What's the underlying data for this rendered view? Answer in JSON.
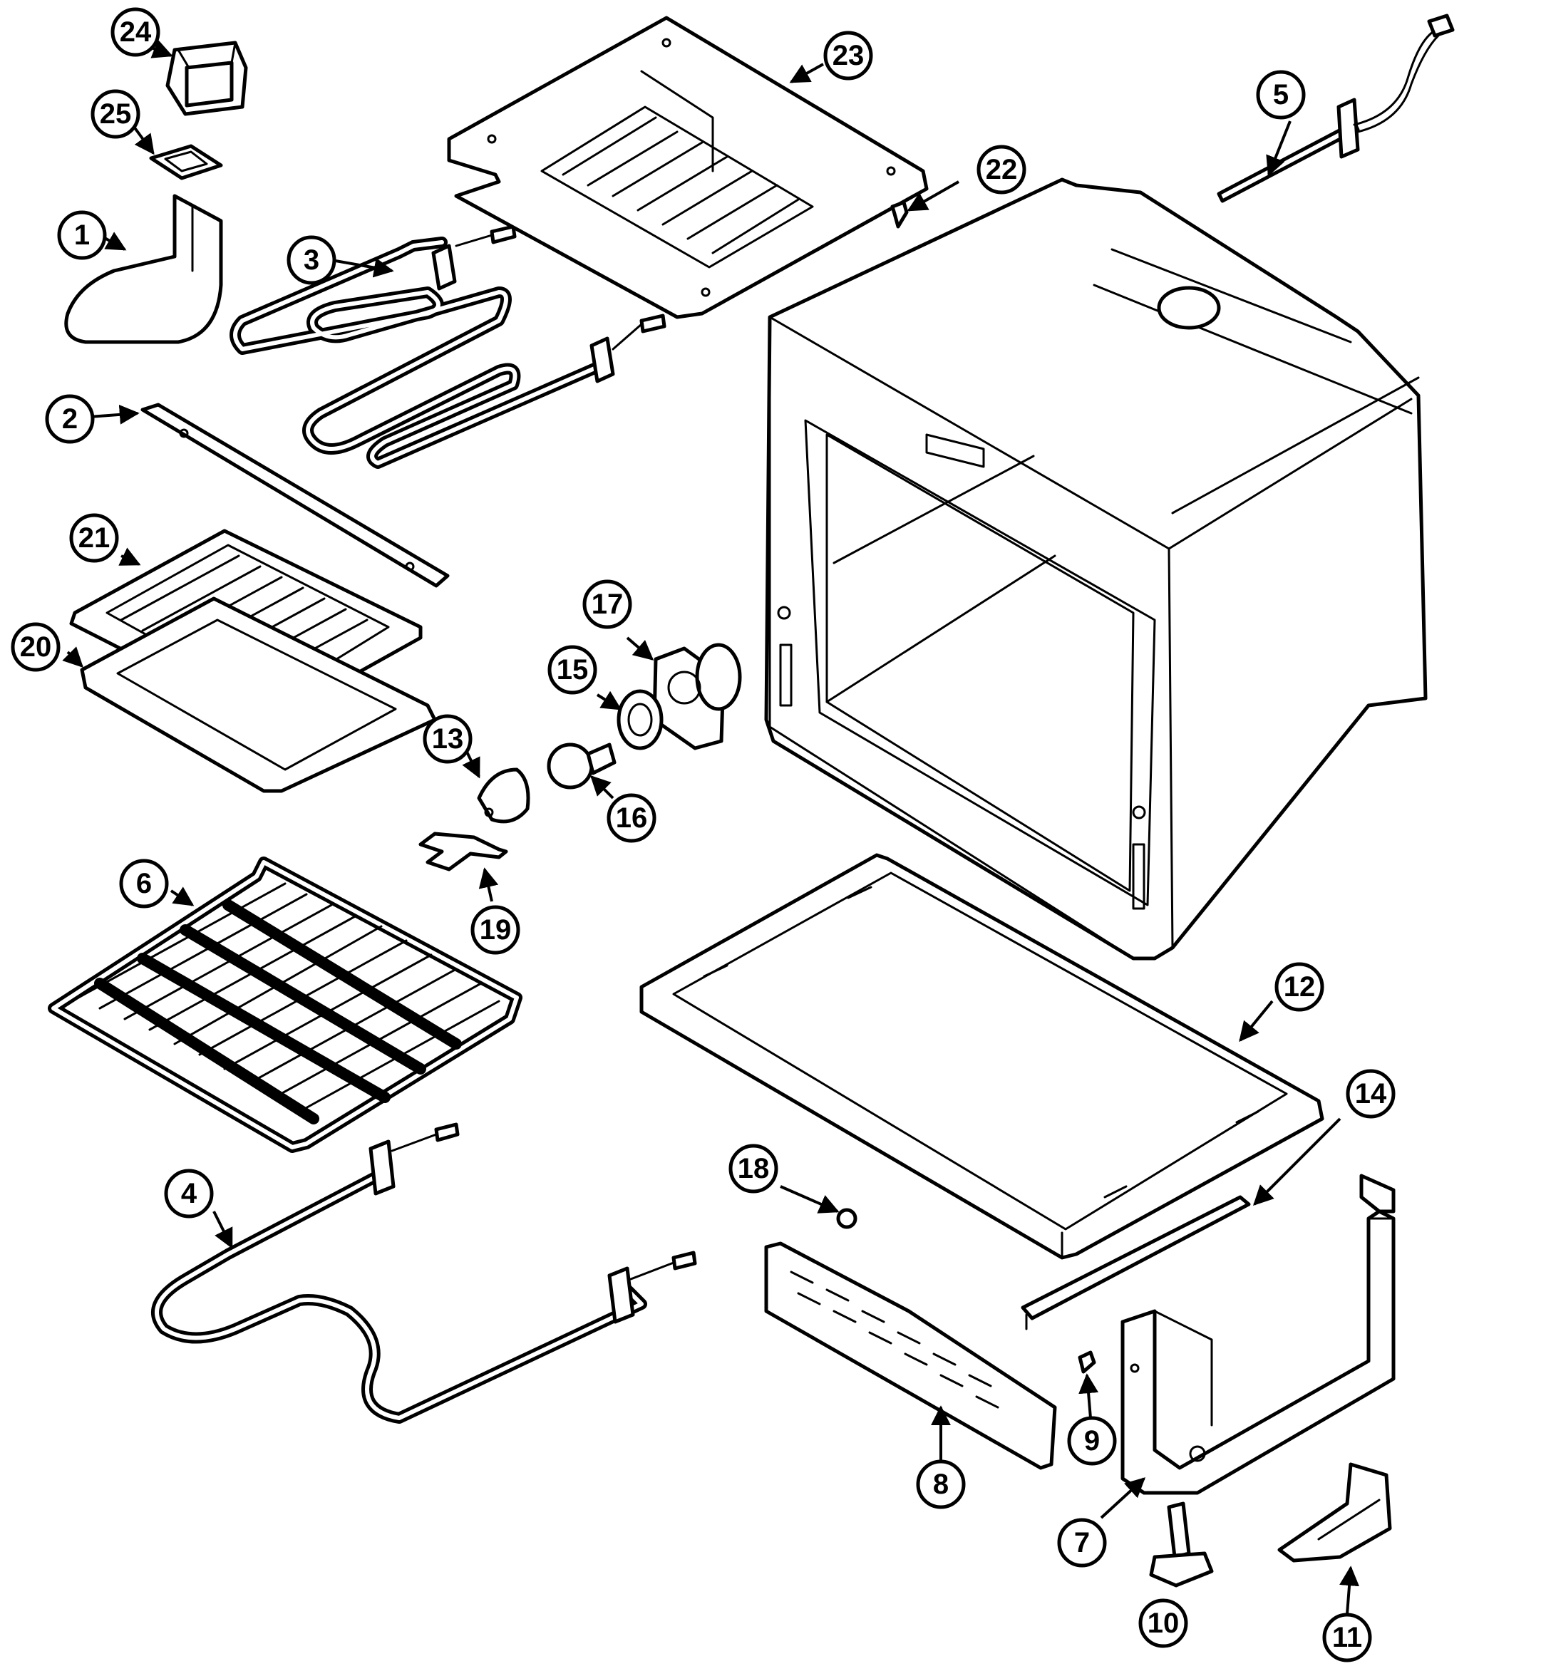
{
  "diagram": {
    "colors": {
      "line": "#000000",
      "background": "#ffffff"
    },
    "callouts": {
      "c1": "1",
      "c2": "2",
      "c3": "3",
      "c4": "4",
      "c5": "5",
      "c6": "6",
      "c7": "7",
      "c8": "8",
      "c9": "9",
      "c10": "10",
      "c11": "11",
      "c12": "12",
      "c13": "13",
      "c14": "14",
      "c15": "15",
      "c16": "16",
      "c17": "17",
      "c18": "18",
      "c19": "19",
      "c20": "20",
      "c21": "21",
      "c22": "22",
      "c23": "23",
      "c24": "24",
      "c25": "25"
    }
  }
}
